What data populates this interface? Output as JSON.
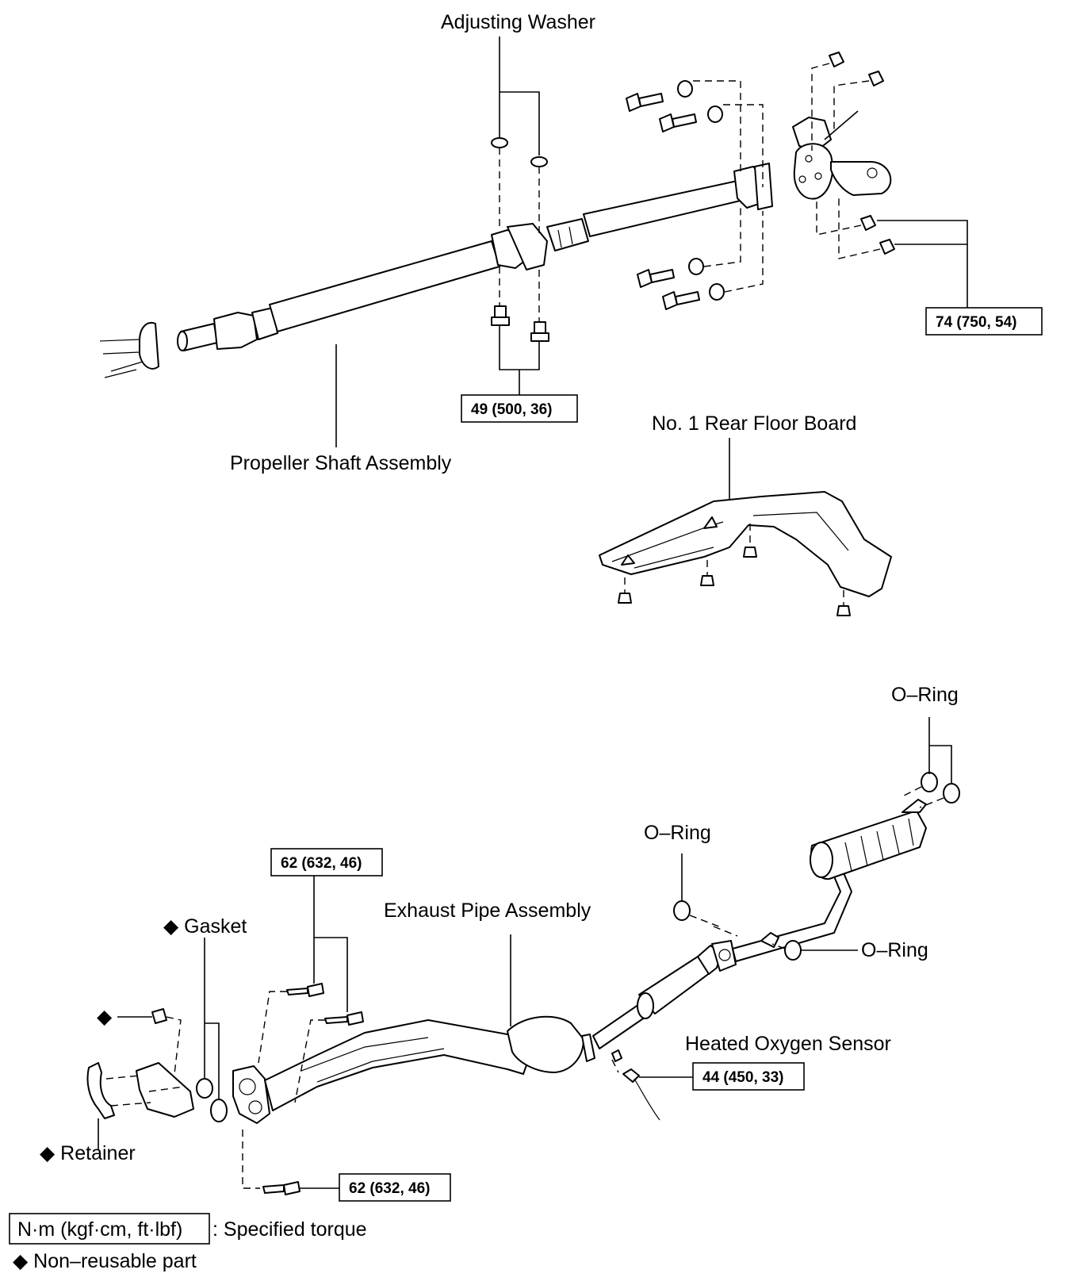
{
  "labels": {
    "adjusting_washer": "Adjusting Washer",
    "propeller_shaft": "Propeller Shaft Assembly",
    "rear_floor_board": "No. 1 Rear Floor Board",
    "o_ring_top": "O–Ring",
    "o_ring_mid": "O–Ring",
    "o_ring_right": "O–Ring",
    "exhaust_pipe": "Exhaust Pipe Assembly",
    "gasket": "◆ Gasket",
    "diamond_bolt": "◆",
    "retainer": "◆ Retainer",
    "oxygen_sensor": "Heated Oxygen Sensor"
  },
  "torques": {
    "flange_nuts": "74 (750, 54)",
    "center_bearing": "49 (500, 36)",
    "exhaust_front_upper": "62 (632, 46)",
    "exhaust_front_lower": "62 (632, 46)",
    "oxygen_sensor": "44 (450, 33)"
  },
  "legend": {
    "unit_box": "N·m (kgf·cm, ft·lbf)",
    "unit_text": ": Specified torque",
    "non_reusable": "◆ Non–reusable part"
  }
}
